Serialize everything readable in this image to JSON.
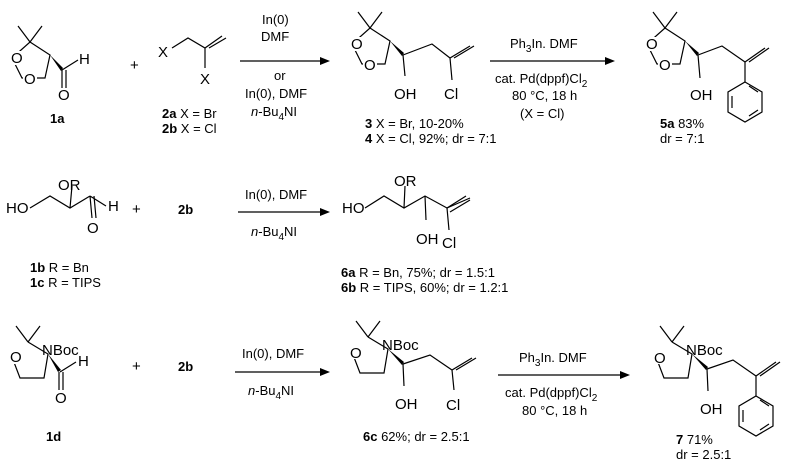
{
  "atoms": {
    "O": "O",
    "OH": "OH",
    "HO": "HO",
    "OR": "OR",
    "H": "H",
    "Cl": "Cl",
    "X": "X",
    "N": "N",
    "NBoc": "NBoc",
    "Boc": "Boc"
  },
  "plus": "+",
  "row1": {
    "label_1a": "1a",
    "reagent_2a": {
      "num": "2a",
      "text": " X = Br"
    },
    "reagent_2b": {
      "num": "2b",
      "text": " X = Cl"
    },
    "arrow1": {
      "line1": "In(0)",
      "line2": "DMF",
      "line3": "or",
      "line4": "In(0), DMF",
      "line5_italic": "n",
      "line5_rest": "-Bu",
      "line5_sub": "4",
      "line5_end": "NI"
    },
    "product3": {
      "num": "3",
      "text": " X = Br, 10-20%"
    },
    "product4": {
      "num": "4",
      "text": " X = Cl, 92%; dr = 7:1"
    },
    "arrow2": {
      "line1": "Ph",
      "line1_sub": "3",
      "line1_end": "In. DMF",
      "line2": "cat. Pd(dppf)Cl",
      "line2_sub": "2",
      "line3": "80 °C, 18 h",
      "line4": "(X = Cl)"
    },
    "product5a": {
      "num": "5a",
      "text": " 83%"
    },
    "product5a_dr": "dr = 7:1"
  },
  "row2": {
    "label_1b": {
      "num": "1b",
      "text": " R = Bn"
    },
    "label_1c": {
      "num": "1c",
      "text": " R = TIPS"
    },
    "reagent": "2b",
    "arrow": {
      "line1": "In(0), DMF",
      "line2_italic": "n",
      "line2_rest": "-Bu",
      "line2_sub": "4",
      "line2_end": "NI"
    },
    "product6a": {
      "num": "6a",
      "text": " R = Bn,      75%; dr = 1.5:1"
    },
    "product6b": {
      "num": "6b",
      "text": " R = TIPS, 60%; dr = 1.2:1"
    }
  },
  "row3": {
    "label_1d": "1d",
    "reagent": "2b",
    "arrow1": {
      "line1": "In(0), DMF",
      "line2_italic": "n",
      "line2_rest": "-Bu",
      "line2_sub": "4",
      "line2_end": "NI"
    },
    "product6c": {
      "num": "6c",
      "text": " 62%; dr = 2.5:1"
    },
    "arrow2": {
      "line1": "Ph",
      "line1_sub": "3",
      "line1_end": "In. DMF",
      "line2": "cat. Pd(dppf)Cl",
      "line2_sub": "2",
      "line3": "80 °C, 18 h"
    },
    "product7": {
      "num": "7",
      "text": " 71%"
    },
    "product7_dr": "dr = 2.5:1"
  }
}
